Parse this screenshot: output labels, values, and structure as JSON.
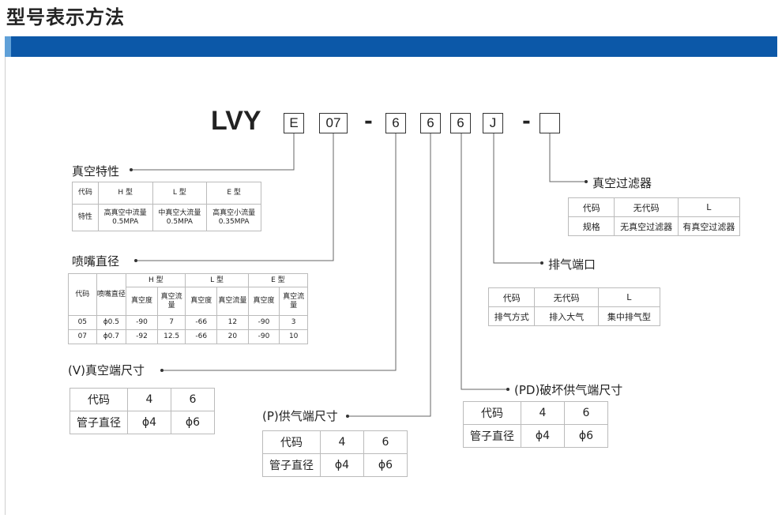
{
  "page": {
    "title": "型号表示方法"
  },
  "model_code": {
    "prefix": "LVY",
    "boxes": [
      "E",
      "07",
      "6",
      "6",
      "6",
      "J",
      ""
    ],
    "dash": "-"
  },
  "vacuum_characteristics": {
    "label": "真空特性",
    "headers": [
      "代码",
      "H 型",
      "L 型",
      "E 型"
    ],
    "row": [
      "特性",
      "高真空中流量\n0.5MPA",
      "中真空大流量\n0.5MPA",
      "高真空小流量\n0.35MPA"
    ]
  },
  "nozzle_diameter": {
    "label": "喷嘴直径",
    "col_code": "代码",
    "col_diameter": "喷嘴直径",
    "groups": [
      "H 型",
      "L 型",
      "E 型"
    ],
    "sub_vacuum": "真空度",
    "sub_flow": "真空流量",
    "rows": [
      [
        "05",
        "ϕ0.5",
        "-90",
        "7",
        "-66",
        "12",
        "-90",
        "3"
      ],
      [
        "07",
        "ϕ0.7",
        "-92",
        "12.5",
        "-66",
        "20",
        "-90",
        "10"
      ]
    ]
  },
  "vacuum_port": {
    "label": "(V)真空端尺寸",
    "rows": [
      [
        "代码",
        "4",
        "6"
      ],
      [
        "管子直径",
        "ϕ4",
        "ϕ6"
      ]
    ]
  },
  "supply_port": {
    "label": "(P)供气端尺寸",
    "rows": [
      [
        "代码",
        "4",
        "6"
      ],
      [
        "管子直径",
        "ϕ4",
        "ϕ6"
      ]
    ]
  },
  "break_port": {
    "label": "(PD)破坏供气端尺寸",
    "rows": [
      [
        "代码",
        "4",
        "6"
      ],
      [
        "管子直径",
        "ϕ4",
        "ϕ6"
      ]
    ]
  },
  "exhaust_port": {
    "label": "排气端口",
    "rows": [
      [
        "代码",
        "无代码",
        "L"
      ],
      [
        "排气方式",
        "排入大气",
        "集中排气型"
      ]
    ]
  },
  "vacuum_filter": {
    "label": "真空过滤器",
    "rows": [
      [
        "代码",
        "无代码",
        "L"
      ],
      [
        "规格",
        "无真空过滤器",
        "有真空过滤器"
      ]
    ]
  }
}
